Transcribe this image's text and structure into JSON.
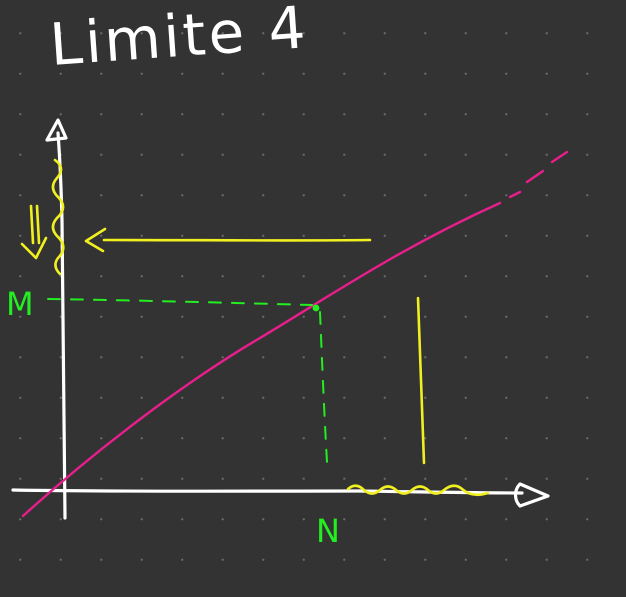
{
  "title": "Limite 4",
  "labels": {
    "m": "M",
    "n": "N"
  },
  "colors": {
    "background": "#333333",
    "grid_dots": "#6b6b6b",
    "axes": "#ffffff",
    "line": "#e81e8c",
    "highlight": "#f0f020",
    "guides": "#22ee22"
  }
}
